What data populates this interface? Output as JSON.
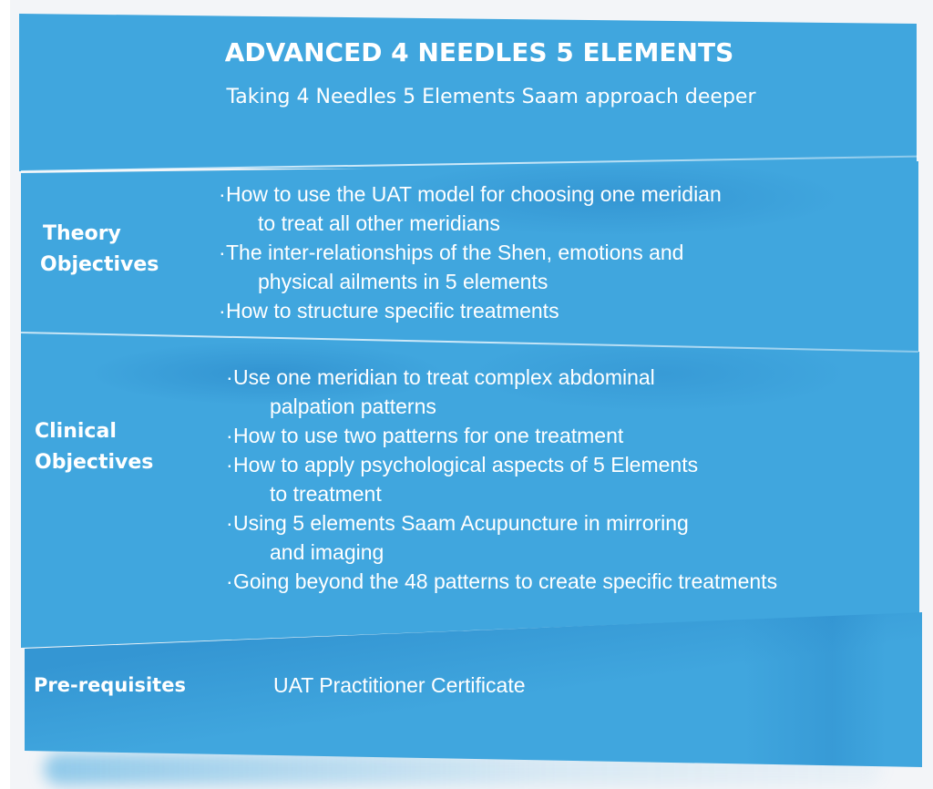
{
  "header": {
    "title": "ADVANCED 4 NEEDLES 5 ELEMENTS",
    "subtitle": "Taking 4 Needles 5 Elements Saam approach deeper"
  },
  "sections": {
    "theory": {
      "label_line1": "Theory",
      "label_line2": "Objectives",
      "items": [
        {
          "bullet": "·",
          "line1": "How to use the UAT model for choosing one meridian",
          "line2": "to treat all other meridians"
        },
        {
          "bullet": "·",
          "line1": "The inter-relationships of the Shen, emotions and",
          "line2": "physical ailments in 5 elements"
        },
        {
          "bullet": "·",
          "line1": "How to structure specific treatments",
          "line2": ""
        }
      ]
    },
    "clinical": {
      "label_line1": "Clinical",
      "label_line2": "Objectives",
      "items": [
        {
          "bullet": "·",
          "line1": "Use one meridian to treat complex abdominal",
          "line2": "palpation patterns"
        },
        {
          "bullet": "·",
          "line1": "How to use two patterns for one treatment",
          "line2": ""
        },
        {
          "bullet": "·",
          "line1": "How to apply psychological aspects of 5 Elements",
          "line2": "to treatment"
        },
        {
          "bullet": "·",
          "line1": "Using 5 elements Saam Acupuncture in mirroring",
          "line2": "and imaging"
        },
        {
          "bullet": "·",
          "line1": "Going beyond the 48 patterns to create specific treatments",
          "line2": ""
        }
      ]
    },
    "prerequisites": {
      "label": "Pre-requisites",
      "value": "UAT Practitioner Certificate"
    }
  },
  "colors": {
    "band": "#40a6de",
    "band_shade": "#3193d2",
    "background": "#f3f5f8",
    "text": "#ffffff"
  }
}
